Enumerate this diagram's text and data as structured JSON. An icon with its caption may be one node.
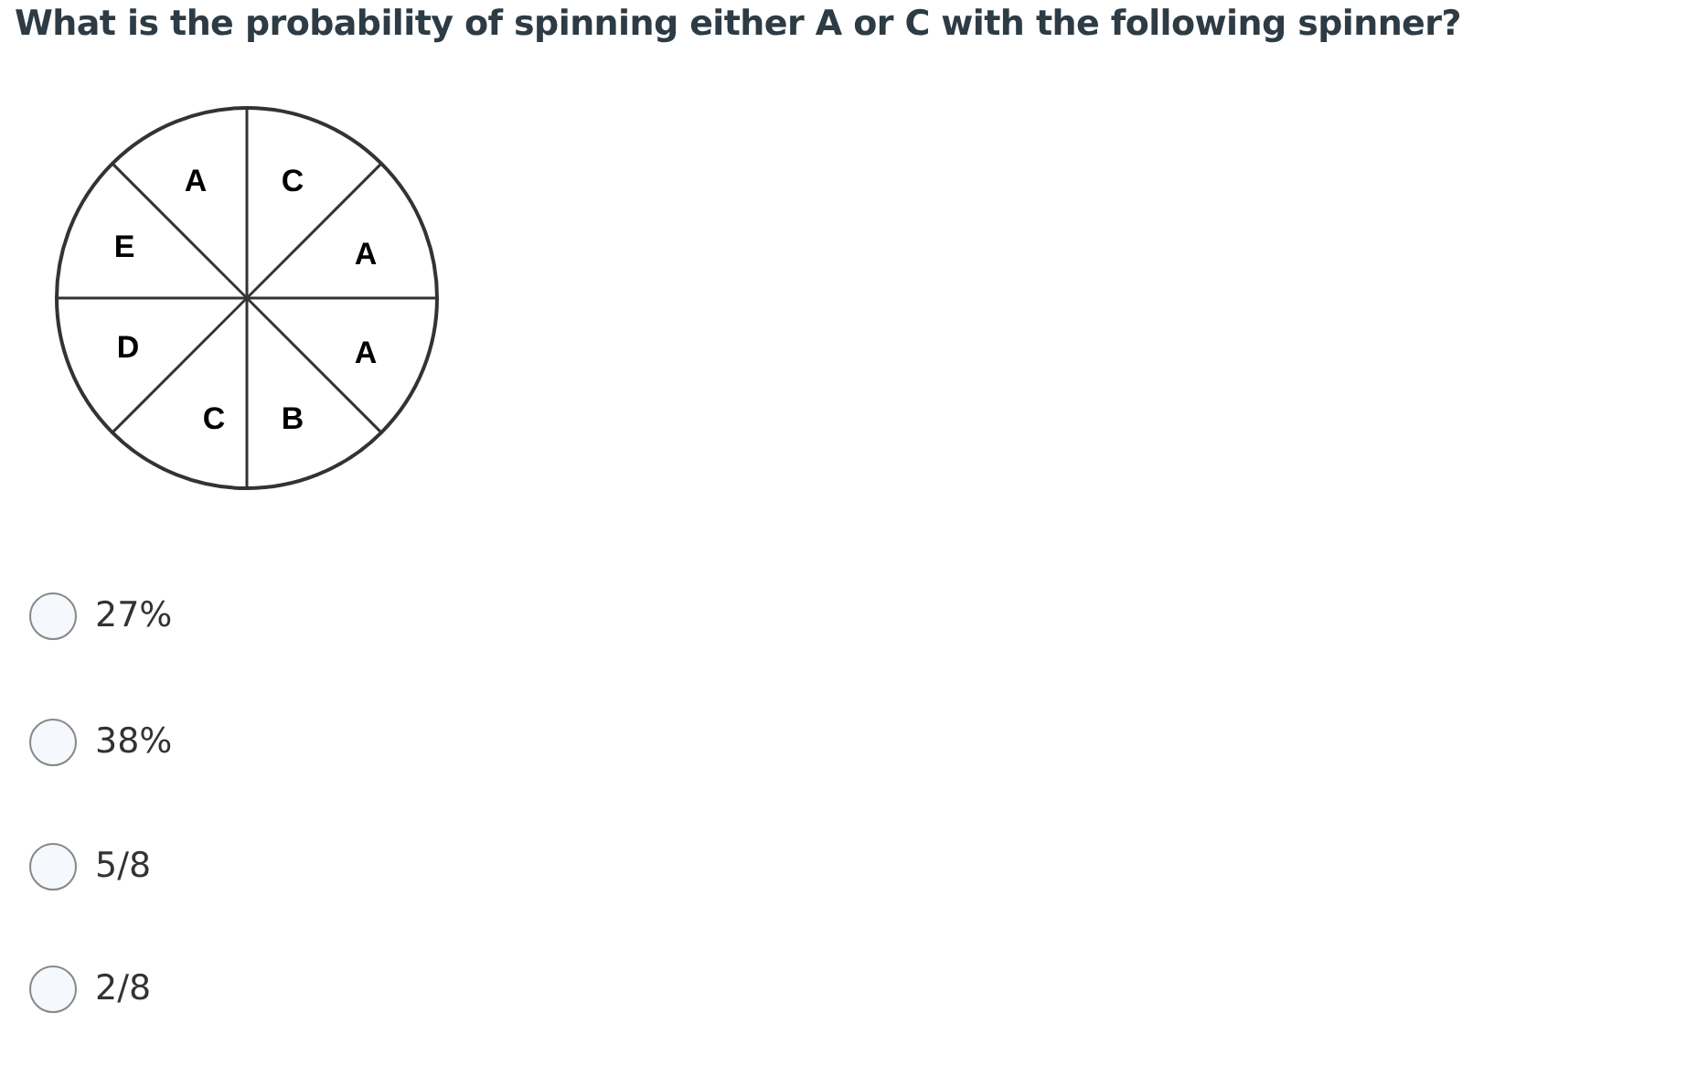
{
  "diagram": {
    "title": "What is the probability of spinning either A or C with the following spinner?",
    "labels": [
      "A",
      "C",
      "E",
      "A",
      "D",
      "A",
      "C",
      "B",
      "27%",
      "38%",
      "5/8",
      "2/8"
    ]
  }
}
